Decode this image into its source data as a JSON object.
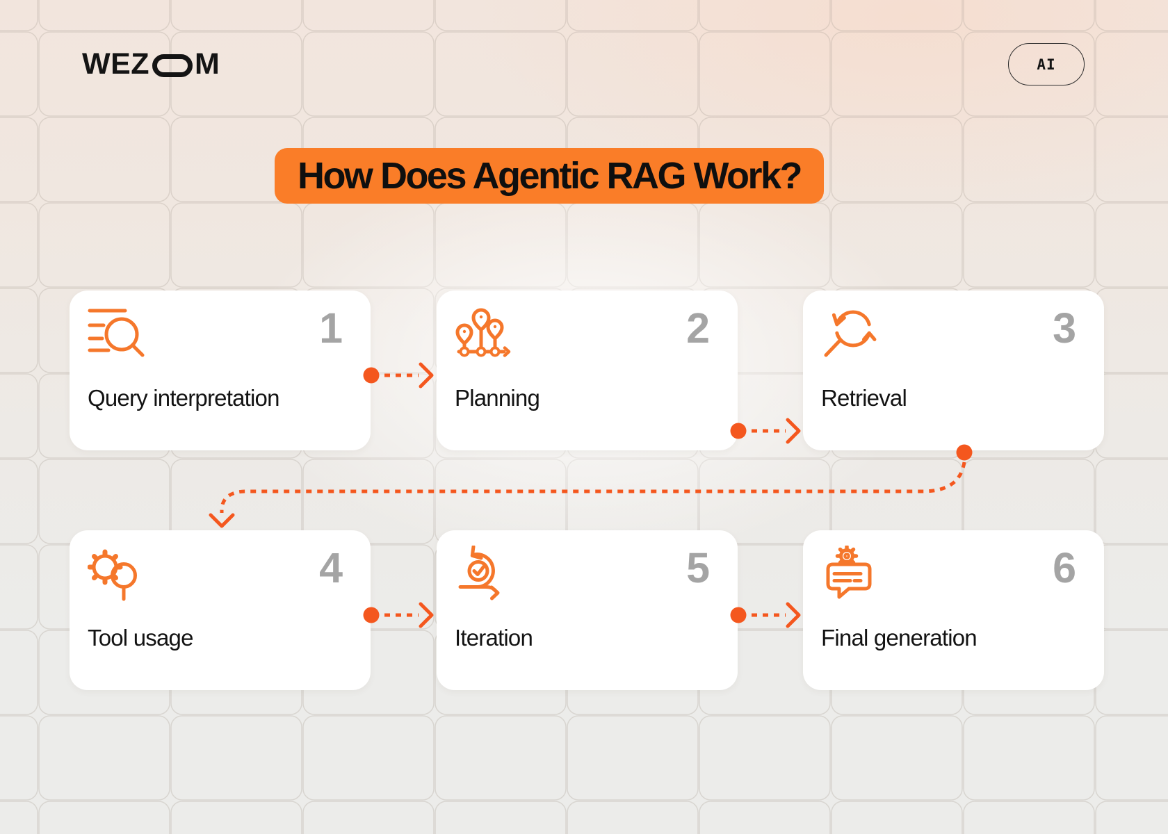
{
  "brand": {
    "name": "WEZOM",
    "prefix": "WEZ",
    "suffix": "M"
  },
  "badge": {
    "label": "AI"
  },
  "title": {
    "text": "How Does Agentic RAG Work?"
  },
  "steps": [
    {
      "number": "1",
      "label": "Query interpretation",
      "icon": "search-lines-icon"
    },
    {
      "number": "2",
      "label": "Planning",
      "icon": "roadmap-pins-icon"
    },
    {
      "number": "3",
      "label": "Retrieval",
      "icon": "sync-search-icon"
    },
    {
      "number": "4",
      "label": "Tool usage",
      "icon": "gear-search-icon"
    },
    {
      "number": "5",
      "label": "Iteration",
      "icon": "loop-check-icon"
    },
    {
      "number": "6",
      "label": "Final generation",
      "icon": "chat-gear-icon"
    }
  ],
  "colors": {
    "banner_orange": "#FA7D28",
    "icon_orange": "#F5772B",
    "arrow_orange": "#F4571E",
    "number_gray": "#A4A4A4",
    "card_white": "#FFFFFF",
    "text_black": "#131313",
    "background_top": "#F2E5DD",
    "background_bottom": "#ECECEA"
  }
}
